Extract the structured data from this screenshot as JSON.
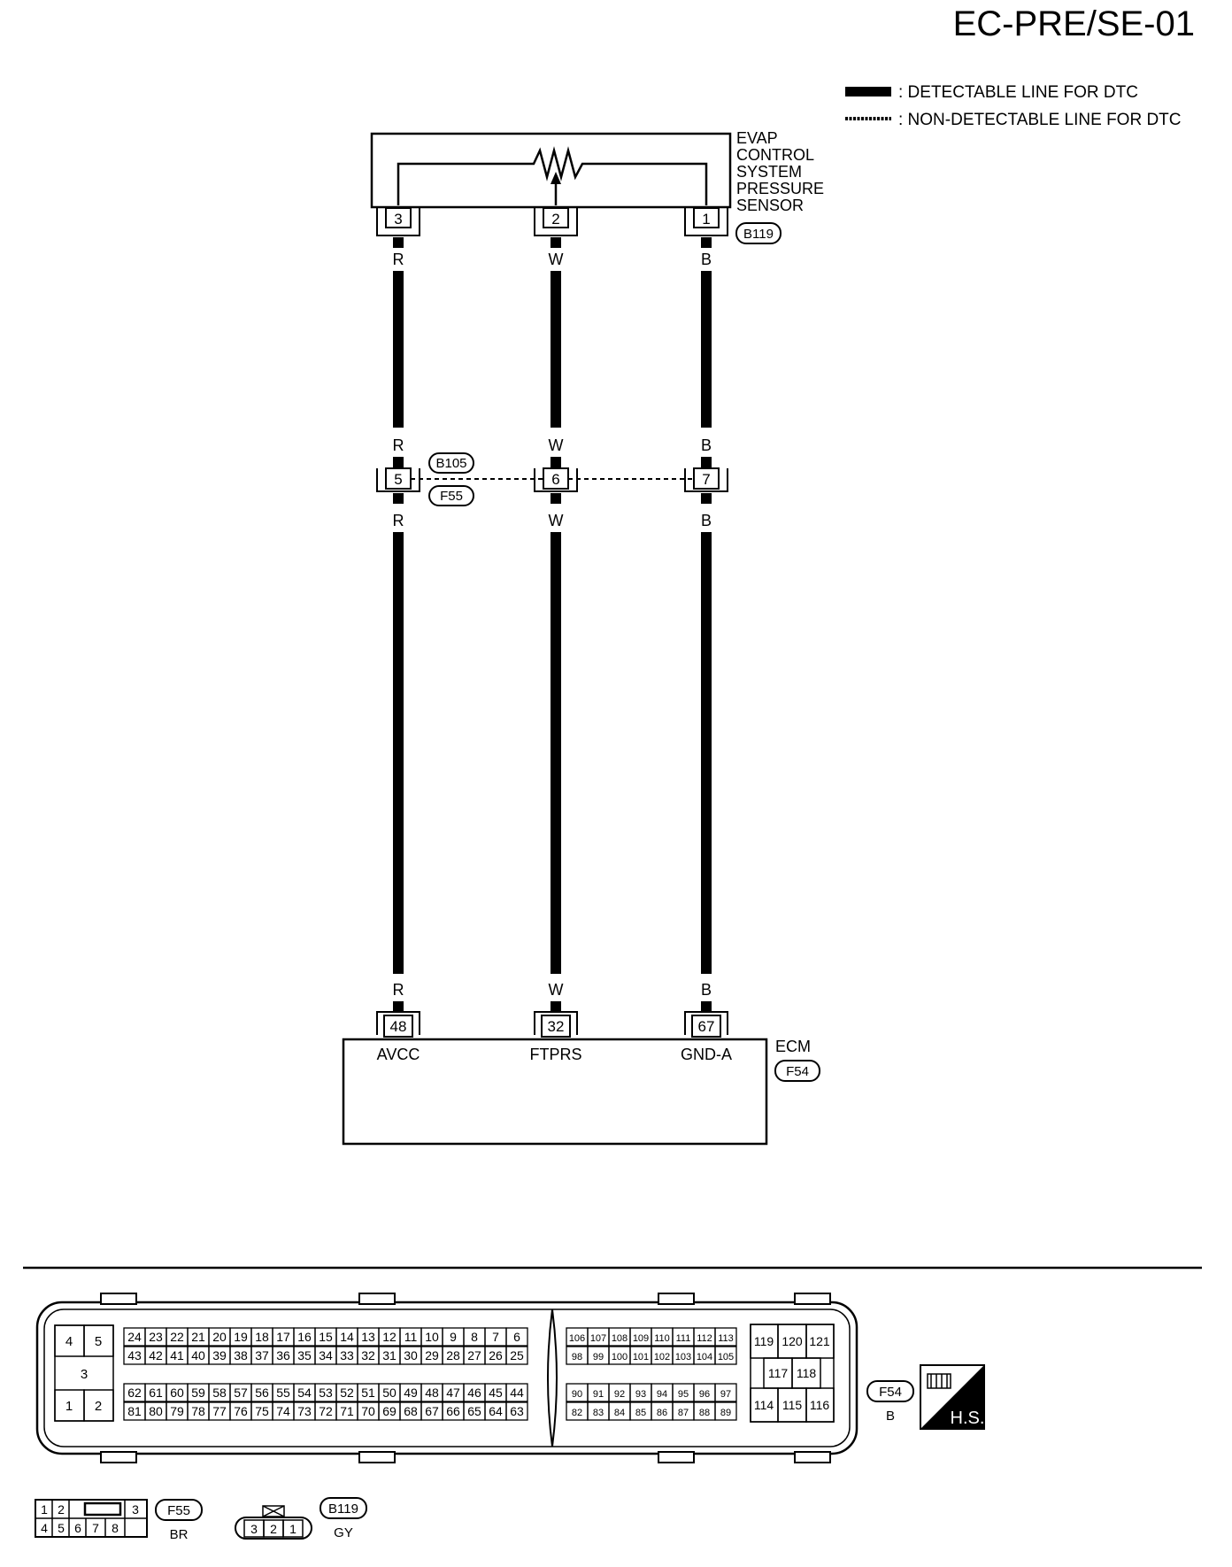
{
  "page_code": "EC-PRE/SE-01",
  "legend": {
    "detectable": ": DETECTABLE LINE FOR DTC",
    "non_detectable": ": NON-DETECTABLE LINE FOR DTC"
  },
  "sensor": {
    "name_lines": [
      "EVAP",
      "CONTROL",
      "SYSTEM",
      "PRESSURE",
      "SENSOR"
    ],
    "connector": "B119",
    "pins": [
      "3",
      "2",
      "1"
    ]
  },
  "wire_colors": [
    "R",
    "W",
    "B"
  ],
  "joint": {
    "connector_top": "B105",
    "connector_bottom": "F55",
    "pins": [
      "5",
      "6",
      "7"
    ]
  },
  "ecm": {
    "name": "ECM",
    "connector": "F54",
    "pins": [
      "48",
      "32",
      "67"
    ],
    "functions": [
      "AVCC",
      "FTPRS",
      "GND-A"
    ]
  },
  "connector_views": {
    "f54": {
      "label": "F54",
      "color_code": "B",
      "grid_a_row1": [
        "24",
        "23",
        "22",
        "21",
        "20",
        "19",
        "18",
        "17",
        "16",
        "15",
        "14",
        "13",
        "12",
        "11",
        "10",
        "9",
        "8",
        "7",
        "6"
      ],
      "grid_a_row2": [
        "43",
        "42",
        "41",
        "40",
        "39",
        "38",
        "37",
        "36",
        "35",
        "34",
        "33",
        "32",
        "31",
        "30",
        "29",
        "28",
        "27",
        "26",
        "25"
      ],
      "grid_a_row3": [
        "62",
        "61",
        "60",
        "59",
        "58",
        "57",
        "56",
        "55",
        "54",
        "53",
        "52",
        "51",
        "50",
        "49",
        "48",
        "47",
        "46",
        "45",
        "44"
      ],
      "grid_a_row4": [
        "81",
        "80",
        "79",
        "78",
        "77",
        "76",
        "75",
        "74",
        "73",
        "72",
        "71",
        "70",
        "69",
        "68",
        "67",
        "66",
        "65",
        "64",
        "63"
      ],
      "grid_b_row1": [
        "106",
        "107",
        "108",
        "109",
        "110",
        "111",
        "112",
        "113"
      ],
      "grid_b_row2": [
        "98",
        "99",
        "100",
        "101",
        "102",
        "103",
        "104",
        "105"
      ],
      "grid_b_row3": [
        "90",
        "91",
        "92",
        "93",
        "94",
        "95",
        "96",
        "97"
      ],
      "grid_b_row4": [
        "82",
        "83",
        "84",
        "85",
        "86",
        "87",
        "88",
        "89"
      ],
      "left_block": [
        "4",
        "5",
        "3",
        "1",
        "2"
      ],
      "right_block_top": [
        "119",
        "120",
        "121"
      ],
      "right_block_mid": [
        "117",
        "118"
      ],
      "right_block_bottom": [
        "114",
        "115",
        "116"
      ]
    },
    "hs_badge": "H.S.",
    "f55": {
      "label": "F55",
      "color_code": "BR",
      "top_row": [
        "1",
        "2",
        "3"
      ],
      "bottom_row": [
        "4",
        "5",
        "6",
        "7",
        "8"
      ]
    },
    "b119": {
      "label": "B119",
      "color_code": "GY",
      "pins": [
        "3",
        "2",
        "1"
      ]
    }
  }
}
